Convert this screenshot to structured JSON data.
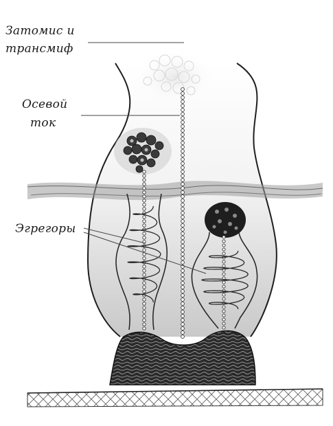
{
  "labels": {
    "top_line1": "Затомис и",
    "top_line2": "трансмиф",
    "axial_line1": "Осевой",
    "axial_line2": "ток",
    "egregors": "Эгрегоры"
  }
}
